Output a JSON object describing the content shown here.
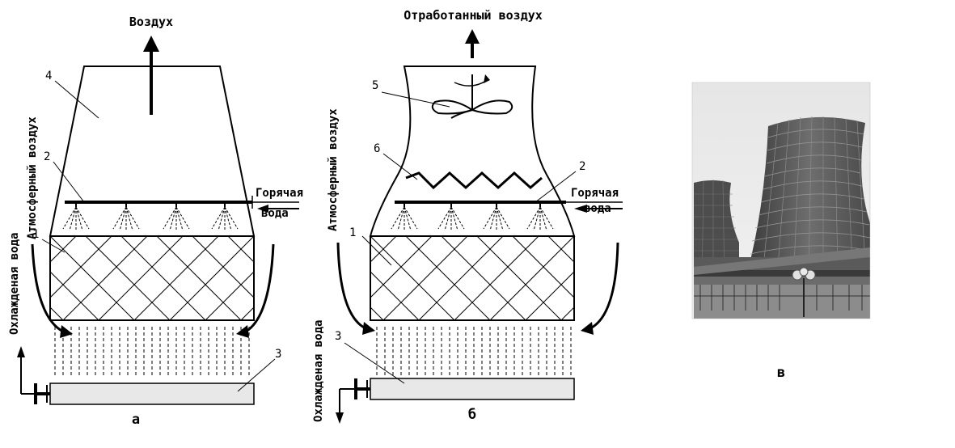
{
  "diagram_a": {
    "top_label": "Воздух",
    "left_label_air": "Атмосферный воздух",
    "left_label_water": "Охлажденая вода",
    "hot_water_line1": "Горячая",
    "hot_water_line2": "вода",
    "callouts": [
      "4",
      "2",
      "1",
      "3"
    ],
    "panel_label": "а"
  },
  "diagram_b": {
    "top_label": "Отработанный воздух",
    "left_label_air": "Атмосферный воздух",
    "left_label_water": "Охлажденая вода",
    "hot_water_line1": "Горячая",
    "hot_water_line2": "вода",
    "callouts": [
      "5",
      "6",
      "2",
      "1",
      "3"
    ],
    "panel_label": "б"
  },
  "photo": {
    "panel_label": "в"
  }
}
